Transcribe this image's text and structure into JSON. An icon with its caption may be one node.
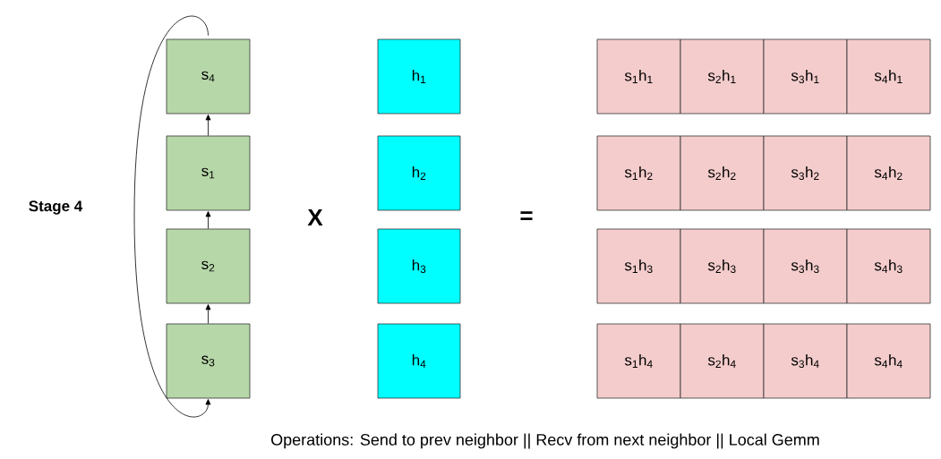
{
  "diagram": {
    "caption": "Operations:  Send to prev neighbor ||  Recv from next neighbor || Local Gemm",
    "nodes": [
      {
        "text": [
          "s$_{4}$"
        ]
      },
      {
        "text": [
          "s$_{1}$"
        ]
      },
      {
        "text": [
          "s$_{2}$"
        ]
      },
      {
        "text": [
          "s$_{3}$"
        ]
      },
      {
        "text": [
          "h$_{1}$"
        ]
      },
      {
        "text": [
          "h$_{2}$"
        ]
      },
      {
        "text": [
          "h$_{3}$"
        ]
      },
      {
        "text": [
          "h$_{4}$"
        ]
      },
      {
        "text": [
          "s$_{1}$h$_{1}$"
        ]
      },
      {
        "text": [
          "s$_{2}$h$_{1}$"
        ]
      },
      {
        "text": [
          "s$_{3}$h$_{1}$"
        ]
      },
      {
        "text": [
          "s$_{4}$h$_{1}$"
        ]
      },
      {
        "text": [
          "s$_{1}$h$_{2}$"
        ]
      },
      {
        "text": [
          "s$_{2}$h$_{2}$"
        ]
      },
      {
        "text": [
          "s$_{3}$h$_{2}$"
        ]
      },
      {
        "text": [
          "s$_{4}$h$_{2}$"
        ]
      },
      {
        "text": [
          "s$_{1}$h$_{3}$"
        ]
      },
      {
        "text": [
          "s$_{2}$h$_{3}$"
        ]
      },
      {
        "text": [
          "s$_{3}$h$_{3}$"
        ]
      },
      {
        "text": [
          "s$_{4}$h$_{3}$"
        ]
      },
      {
        "text": [
          "s$_{1}$h$_{4}$"
        ]
      },
      {
        "text": [
          "s$_{2}$h$_{4}$"
        ]
      },
      {
        "text": [
          "s$_{3}$h$_{4}$"
        ]
      },
      {
        "text": [
          "s$_{4}$h$_{4}$"
        ]
      }
    ],
    "edges": [
      {
        "from": 1,
        "to": 0,
        "arrow": "to"
      },
      {
        "from": 2,
        "to": 1,
        "arrow": "to"
      },
      {
        "from": 3,
        "to": 2,
        "arrow": "to"
      },
      {
        "from": 0,
        "to": 3,
        "arrow": "to"
      }
    ],
    "labels": [
      "Stage 4",
      "X",
      "="
    ]
  }
}
